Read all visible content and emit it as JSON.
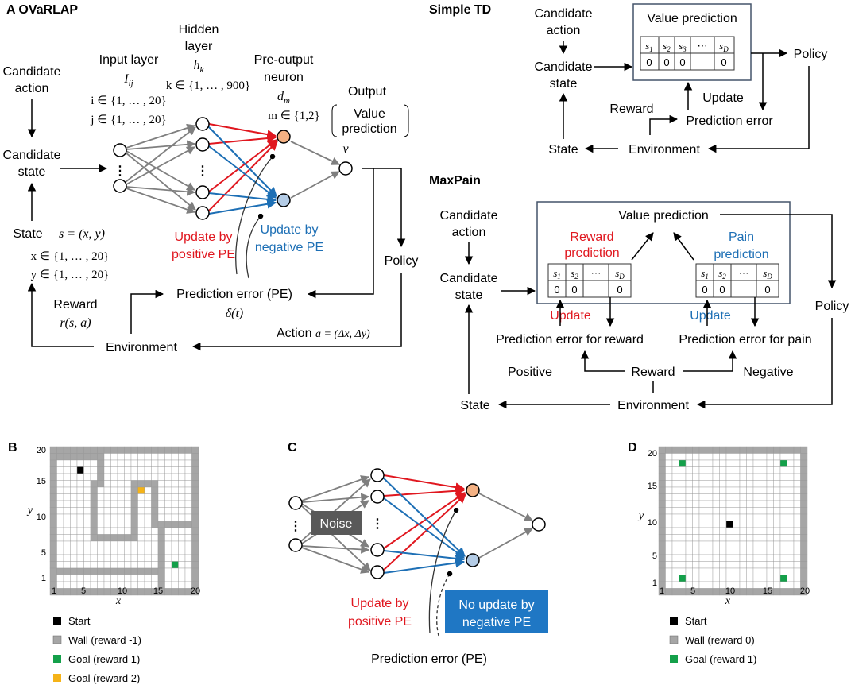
{
  "colors": {
    "red": "#e0171f",
    "blue": "#1d6fb5",
    "orange_node": "#f4b183",
    "blue_node": "#b4cce6",
    "gray": "#7f7f7f",
    "wall": "#a6a6a6",
    "goal_green": "#14a04a",
    "goal_orange": "#f5b318",
    "start": "#000000",
    "noise_box": "#595959",
    "blue_box": "#1f77c4"
  },
  "panelA": {
    "title": "A OVaRLAP",
    "candidate_action": [
      "Candidate",
      "action"
    ],
    "candidate_state": [
      "Candidate",
      "state"
    ],
    "input_layer": "Input layer",
    "input_symbol": "I_ij",
    "input_i": "i ∈ {1, … , 20}",
    "input_j": "j ∈ {1, … , 20}",
    "hidden_layer": [
      "Hidden",
      "layer"
    ],
    "hidden_symbol": "h_k",
    "hidden_k": "k ∈ {1, … , 900}",
    "preoutput": [
      "Pre-output",
      "neuron"
    ],
    "preoutput_symbol": "d_m",
    "preoutput_m": "m ∈ {1,2}",
    "output": "Output",
    "value_prediction": [
      "Value",
      "prediction"
    ],
    "v_symbol": "v",
    "state": "State",
    "state_formula": "s = (x, y)",
    "x_range": "x ∈ {1, … , 20}",
    "y_range": "y ∈ {1, … , 20}",
    "update_pos": [
      "Update by",
      "positive PE"
    ],
    "update_neg": [
      "Update by",
      "negative PE"
    ],
    "policy": "Policy",
    "reward": "Reward",
    "reward_formula": "r(s, a)",
    "prediction_error": "Prediction error (PE)",
    "delta": "δ(t)",
    "action": "Action",
    "action_formula": "a = (Δx, Δy)",
    "environment": "Environment"
  },
  "simpleTD": {
    "title": "Simple TD",
    "candidate_action": [
      "Candidate",
      "action"
    ],
    "candidate_state": [
      "Candidate",
      "state"
    ],
    "value_prediction": "Value prediction",
    "table_headers": [
      "s_1",
      "s_2",
      "s_3",
      "⋯",
      "s_D"
    ],
    "table_values": [
      "0",
      "0",
      "0",
      "",
      "0"
    ],
    "policy": "Policy",
    "reward": "Reward",
    "update": "Update",
    "prediction_error": "Prediction error",
    "state": "State",
    "environment": "Environment"
  },
  "maxPain": {
    "title": "MaxPain",
    "candidate_action": [
      "Candidate",
      "action"
    ],
    "candidate_state": [
      "Candidate",
      "state"
    ],
    "value_prediction": "Value prediction",
    "reward_prediction": [
      "Reward",
      "prediction"
    ],
    "pain_prediction": [
      "Pain",
      "prediction"
    ],
    "table_headers": [
      "s_1",
      "s_2",
      "⋯",
      "s_D"
    ],
    "table_values": [
      "0",
      "0",
      "",
      "0"
    ],
    "update_reward": "Update",
    "update_pain": "Update",
    "pe_reward": "Prediction error for reward",
    "pe_pain": "Prediction error for pain",
    "positive": "Positive",
    "negative": "Negative",
    "reward": "Reward",
    "policy": "Policy",
    "state": "State",
    "environment": "Environment"
  },
  "panelB": {
    "title": "B",
    "x_label": "x",
    "y_label": "y",
    "x_ticks": [
      "1",
      "5",
      "10",
      "15",
      "20"
    ],
    "y_ticks": [
      "20",
      "15",
      "10",
      "5",
      "1"
    ],
    "legend": [
      "Start",
      "Wall (reward -1)",
      "Goal (reward 1)",
      "Goal (reward 2)"
    ]
  },
  "panelC": {
    "title": "C",
    "noise": "Noise",
    "update_pos": [
      "Update by",
      "positive PE"
    ],
    "no_update_neg": [
      "No update by",
      "negative PE"
    ],
    "prediction_error": "Prediction error (PE)"
  },
  "panelD": {
    "title": "D",
    "x_label": "x",
    "y_label": "y",
    "x_ticks": [
      "1",
      "5",
      "10",
      "15",
      "20"
    ],
    "y_ticks": [
      "20",
      "15",
      "10",
      "5",
      "1"
    ],
    "legend": [
      "Start",
      "Wall (reward 0)",
      "Goal (reward 1)"
    ]
  }
}
